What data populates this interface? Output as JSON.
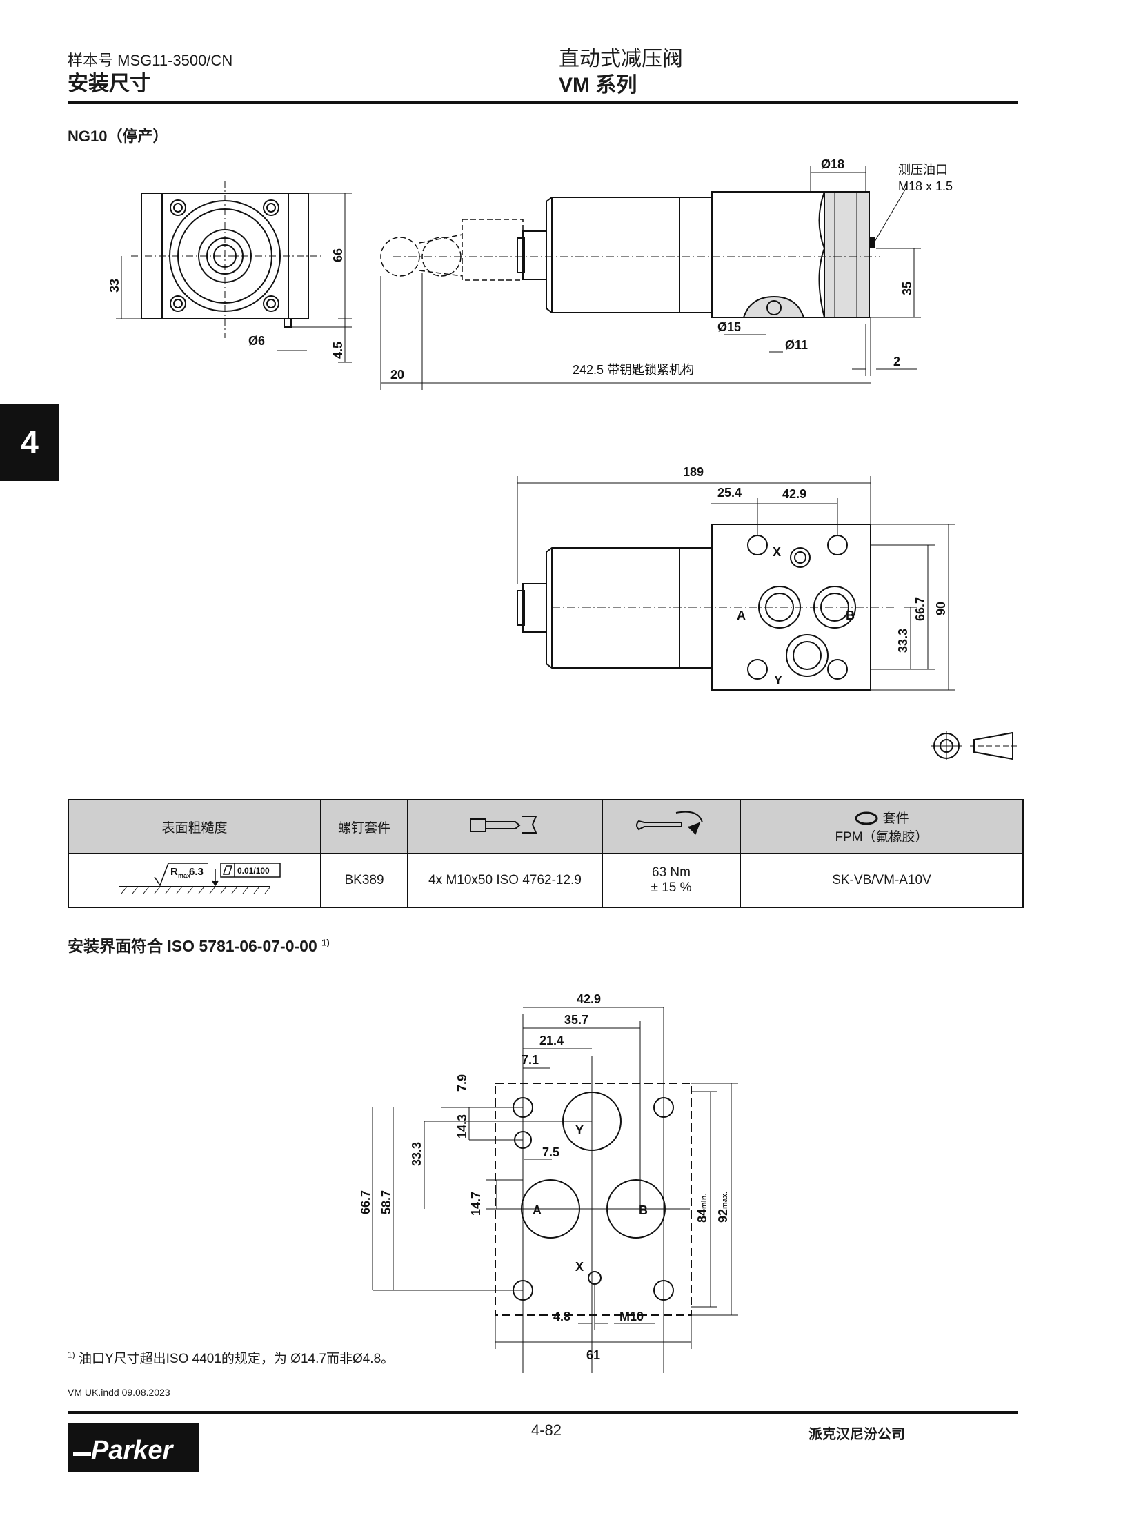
{
  "header": {
    "catalog_no": "样本号 MSG11-3500/CN",
    "section": "安装尺寸",
    "product": "直动式减压阀",
    "series": "VM 系列"
  },
  "chapter_tab": "4",
  "variant_title": "NG10（停产）",
  "drawing1": {
    "dims": {
      "d66": "66",
      "d33": "33",
      "d6": "Ø6",
      "d4_5": "4.5",
      "d18": "Ø18",
      "gauge_port": "测压油口",
      "gauge_thread": "M18 x 1.5",
      "d35": "35",
      "d15": "Ø15",
      "d11": "Ø11",
      "d2": "2",
      "d20": "20",
      "length_note": "242.5 带钥匙锁紧机构"
    }
  },
  "drawing2": {
    "dims": {
      "d189": "189",
      "d25_4": "25.4",
      "d42_9": "42.9",
      "d90": "90",
      "d66_7": "66.7",
      "d33_3": "33.3"
    },
    "ports": {
      "x": "X",
      "y": "Y",
      "a": "A",
      "b": "B"
    }
  },
  "table": {
    "headers": [
      "表面粗糙度",
      "螺钉套件",
      "",
      "",
      "套件"
    ],
    "seal_material": "FPM（氟橡胶）",
    "roughness": {
      "r": "R",
      "sub": "max",
      "value": "6.3",
      "flatness": "0.01/100"
    },
    "screw_kit": "BK389",
    "screws": "4x M10x50  ISO 4762-12.9",
    "torque": [
      "63 Nm",
      "± 15 %"
    ],
    "seal_kit": "SK-VB/VM-A10V"
  },
  "iso_title": "安装界面符合 ISO 5781-06-07-0-00",
  "iso_ref": "1)",
  "drawing3": {
    "dims": {
      "d42_9": "42.9",
      "d35_7": "35.7",
      "d21_4": "21.4",
      "d7_1": "7.1",
      "d7_9": "7.9",
      "d14_3": "14.3",
      "d33_3": "33.3",
      "d58_7": "58.7",
      "d66_7": "66.7",
      "d14_7": "14.7",
      "d7_5": "7.5",
      "d84": "84",
      "d84_sub": "min.",
      "d92": "92",
      "d92_sub": "max.",
      "d4_8": "4.8",
      "m10": "M10",
      "d61": "61"
    },
    "ports": {
      "y": "Y",
      "a": "A",
      "b": "B",
      "x": "X"
    }
  },
  "footnote": {
    "mark": "1)",
    "text": "油口Y尺寸超出ISO 4401的规定，为 Ø14.7而非Ø4.8。"
  },
  "footer": {
    "file": "VM UK.indd 09.08.2023",
    "page": "4-82",
    "company": "派克汉尼汾公司",
    "logo": "Parker"
  }
}
